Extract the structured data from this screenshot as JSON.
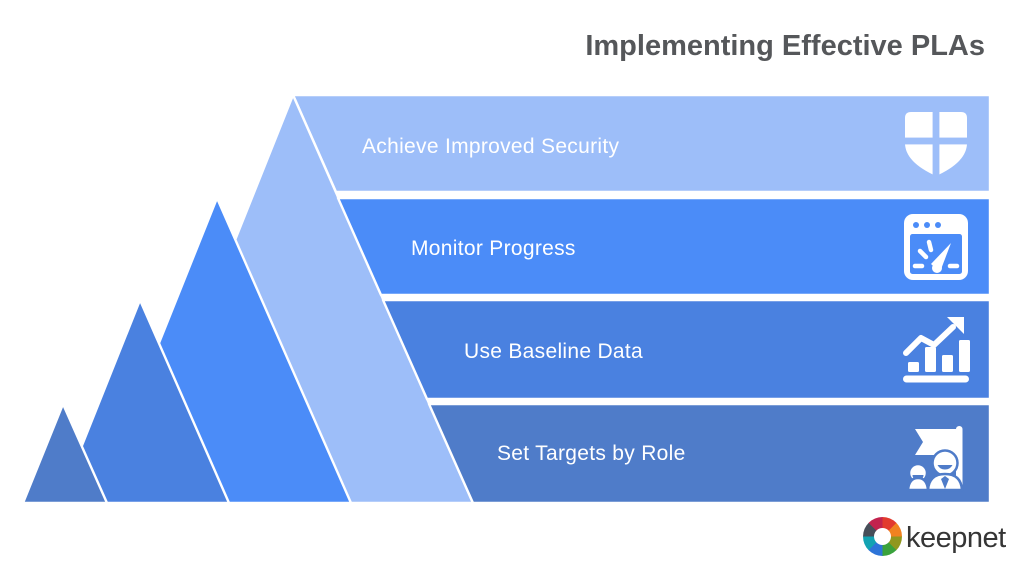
{
  "title": {
    "text": "Implementing Effective PLAs",
    "color": "#55575a"
  },
  "layers": [
    {
      "label": "Achieve Improved Security",
      "color": "#9dbef9",
      "icon": "shield-cross-icon"
    },
    {
      "label": "Monitor Progress",
      "color": "#4b8cf8",
      "icon": "gauge-window-icon"
    },
    {
      "label": "Use Baseline Data",
      "color": "#4a81e0",
      "icon": "growth-chart-icon"
    },
    {
      "label": "Set Targets by Role",
      "color": "#4f7cc9",
      "icon": "team-flag-icon"
    }
  ],
  "label_text_color": "#ffffff",
  "icon_color": "#ffffff",
  "brand": {
    "name": "keepnet",
    "wordmark_color": "#353535",
    "ring_colors": [
      "#e23a2e",
      "#f08220",
      "#90971e",
      "#3aa23c",
      "#2d74d8",
      "#13a3b2",
      "#474e59",
      "#c2234e"
    ]
  }
}
